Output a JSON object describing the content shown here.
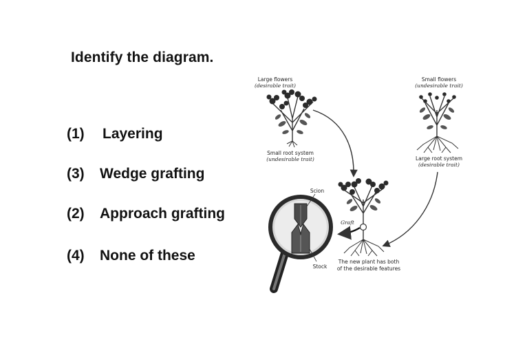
{
  "question": "Identify the diagram.",
  "options": [
    {
      "num": "(1)",
      "text": "Layering"
    },
    {
      "num": "(3)",
      "text": "Wedge grafting"
    },
    {
      "num": "(2)",
      "text": "Approach grafting"
    },
    {
      "num": "(4)",
      "text": "None of these"
    }
  ],
  "diagram": {
    "left_plant": {
      "title": "Large flowers",
      "trait": "(desirable trait)",
      "root_title": "Small root system",
      "root_trait": "(undesirable trait)"
    },
    "right_plant": {
      "title": "Small flowers",
      "trait": "(undesirable trait)",
      "root_title": "Large root system",
      "root_trait": "(desirable trait)"
    },
    "scion": "Scion",
    "stock": "Stock",
    "graft": "Graft",
    "result_line1": "The new plant has both",
    "result_line2": "of the desirable features"
  }
}
